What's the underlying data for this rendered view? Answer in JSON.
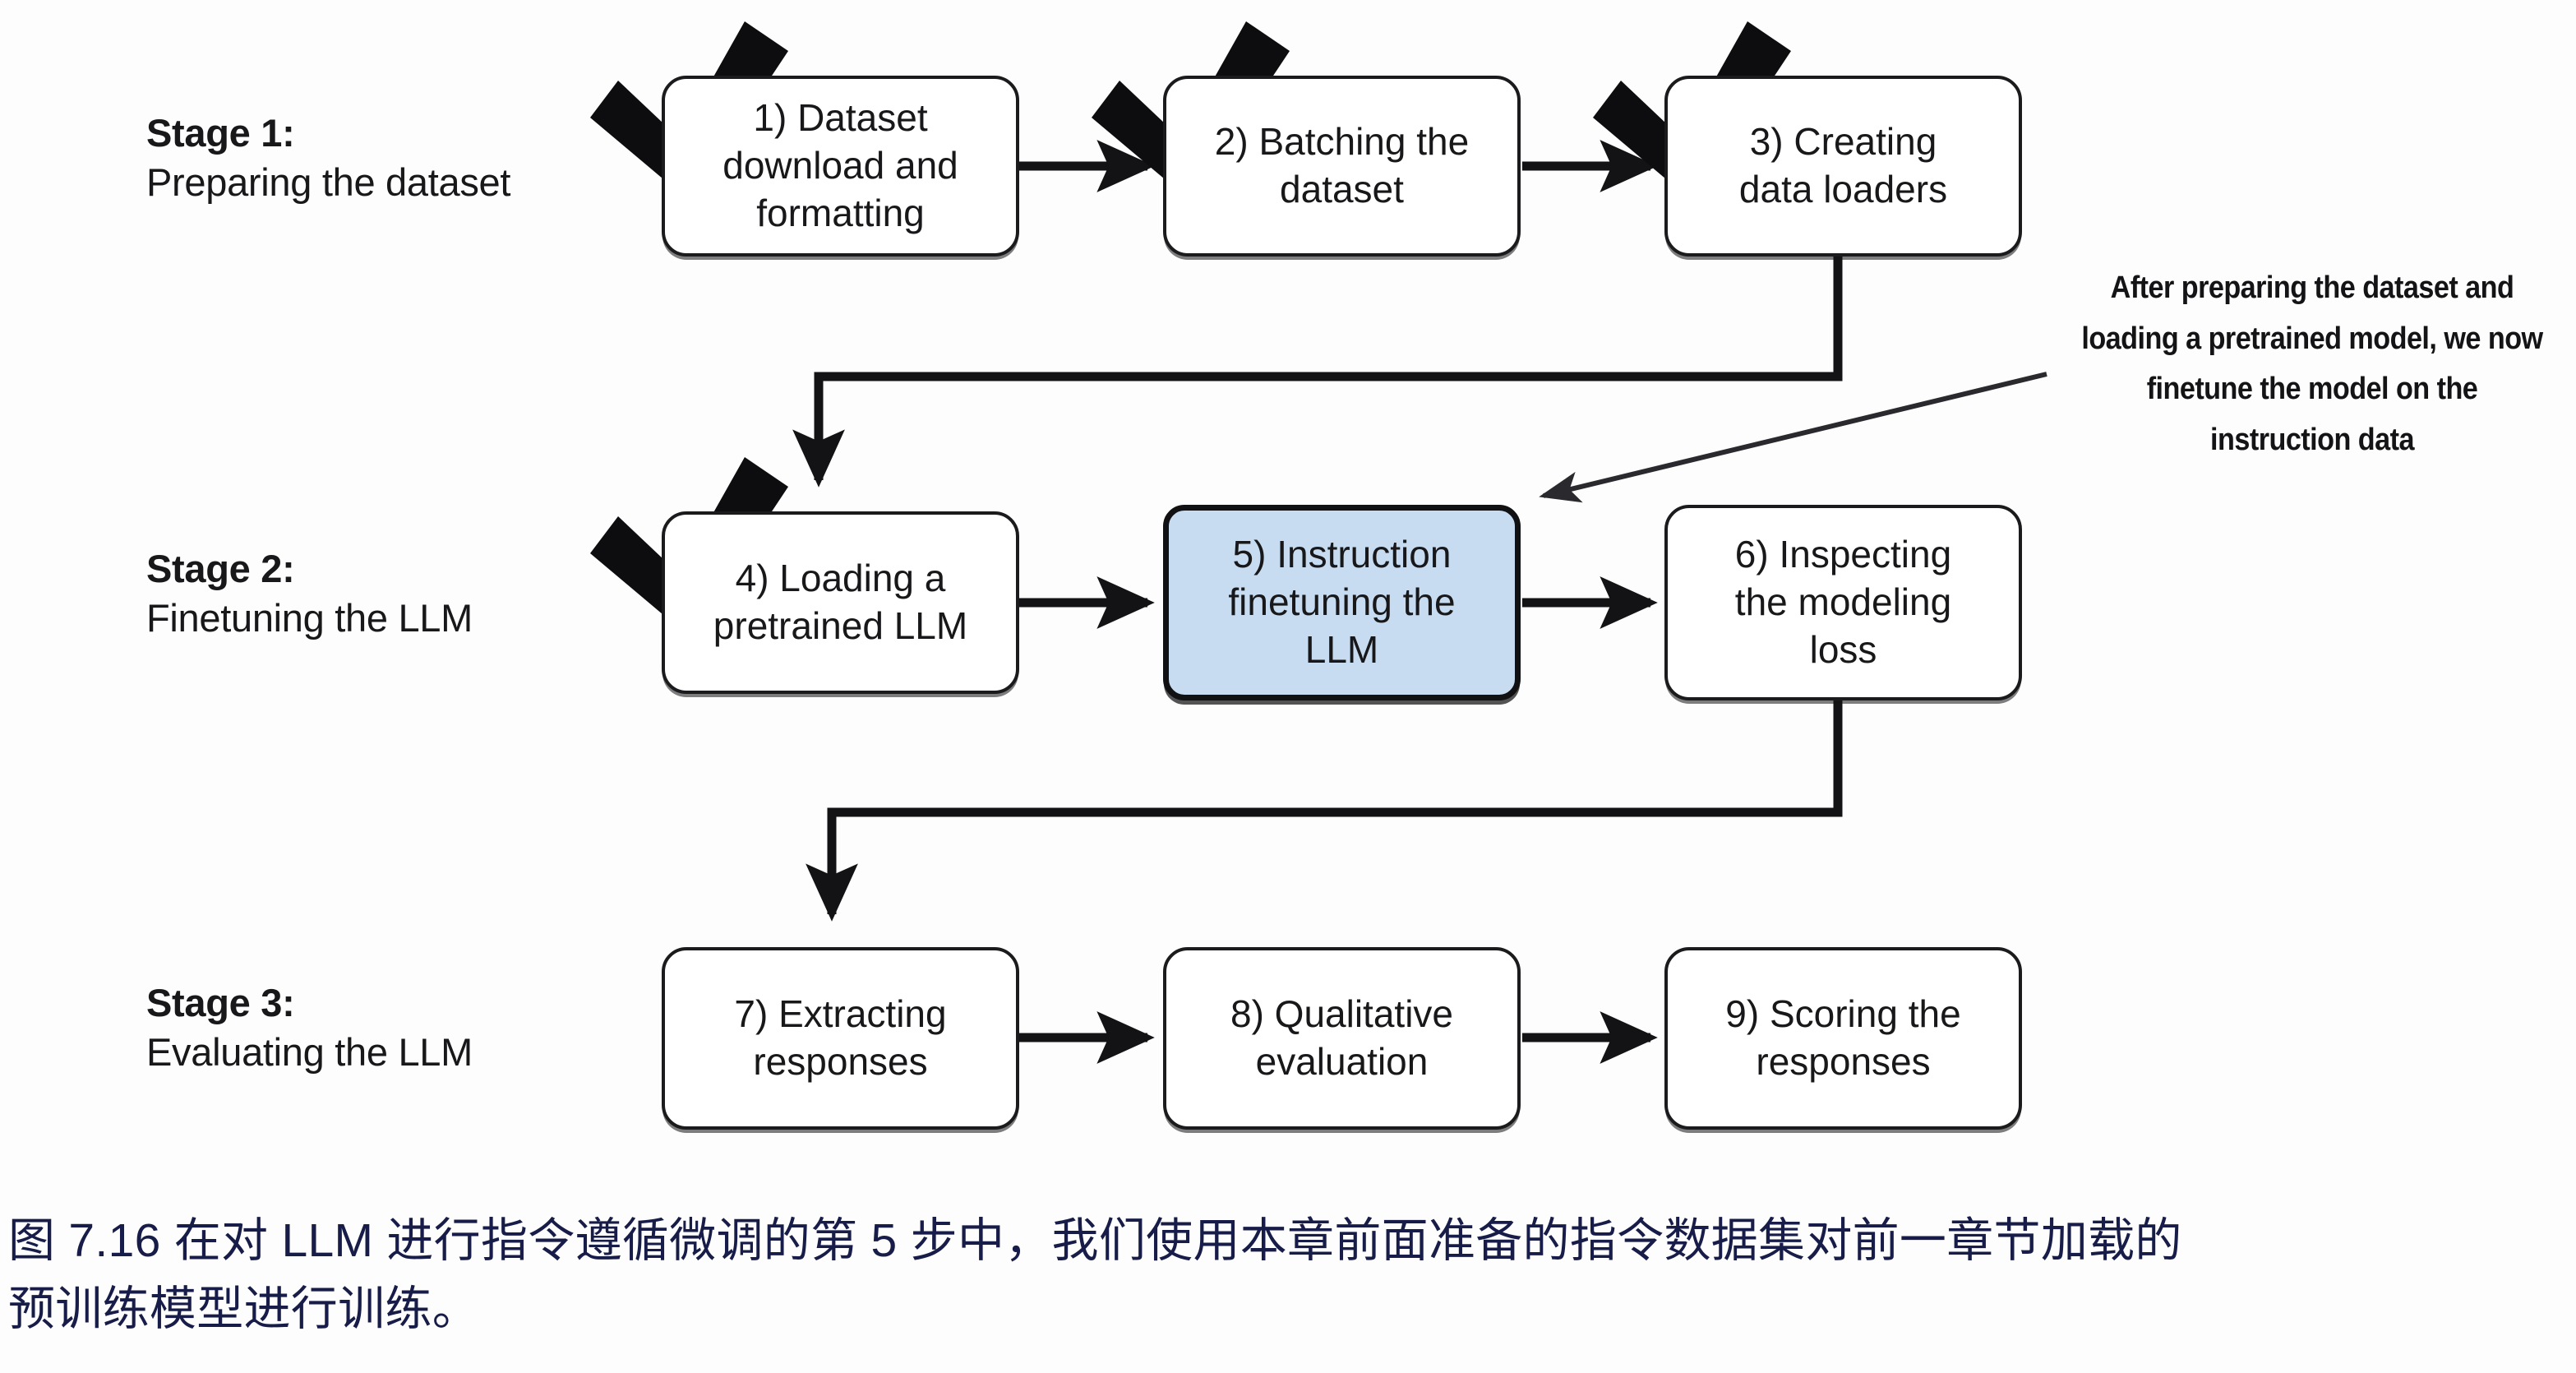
{
  "figure": {
    "stages": [
      {
        "title": "Stage 1:",
        "subtitle": "Preparing the dataset"
      },
      {
        "title": "Stage 2:",
        "subtitle": "Finetuning the LLM"
      },
      {
        "title": "Stage 3:",
        "subtitle": "Evaluating the LLM"
      }
    ],
    "boxes": [
      {
        "id": "step-1",
        "lines": [
          "1) Dataset",
          "download and",
          "formatting"
        ],
        "checked": true,
        "highlighted": false
      },
      {
        "id": "step-2",
        "lines": [
          "2) Batching the",
          "dataset"
        ],
        "checked": true,
        "highlighted": false
      },
      {
        "id": "step-3",
        "lines": [
          "3) Creating",
          "data loaders"
        ],
        "checked": true,
        "highlighted": false
      },
      {
        "id": "step-4",
        "lines": [
          "4) Loading a",
          "pretrained LLM"
        ],
        "checked": true,
        "highlighted": false
      },
      {
        "id": "step-5",
        "lines": [
          "5) Instruction",
          "finetuning the",
          "LLM"
        ],
        "checked": false,
        "highlighted": true
      },
      {
        "id": "step-6",
        "lines": [
          "6) Inspecting",
          "the modeling",
          "loss"
        ],
        "checked": false,
        "highlighted": false
      },
      {
        "id": "step-7",
        "lines": [
          "7) Extracting",
          "responses"
        ],
        "checked": false,
        "highlighted": false
      },
      {
        "id": "step-8",
        "lines": [
          "8) Qualitative",
          "evaluation"
        ],
        "checked": false,
        "highlighted": false
      },
      {
        "id": "step-9",
        "lines": [
          "9) Scoring the",
          "responses"
        ],
        "checked": false,
        "highlighted": false
      }
    ],
    "annotation": {
      "lines": [
        "After preparing the dataset and",
        "loading a pretrained model, we",
        "now finetune the model on the",
        "instruction data"
      ]
    },
    "colors": {
      "highlight_fill": "#c7dcf0",
      "box_stroke": "#1b1b1e",
      "text": "#18181a",
      "caption_text": "#171c48",
      "background": "#ffffff"
    }
  },
  "caption": {
    "line1": "图 7.16 在对 LLM 进行指令遵循微调的第 5 步中，我们使用本章前面准备的指令数据集对前一章节加载的",
    "line2": "预训练模型进行训练。"
  }
}
